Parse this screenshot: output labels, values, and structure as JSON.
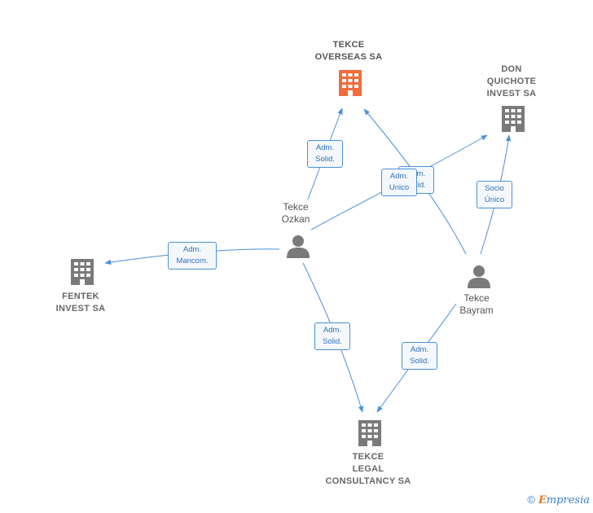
{
  "nodes": {
    "tekce_overseas": {
      "label": "TEKCE\nOVERSEAS SA",
      "type": "company",
      "highlight": true
    },
    "don_quichote": {
      "label": "DON\nQUICHOTE\nINVEST SA",
      "type": "company"
    },
    "fentek": {
      "label": "FENTEK\nINVEST SA",
      "type": "company"
    },
    "tekce_legal": {
      "label": "TEKCE\nLEGAL\nCONSULTANCY SA",
      "type": "company"
    },
    "tekce_ozkan": {
      "label": "Tekce\nOzkan",
      "type": "person"
    },
    "tekce_bayram": {
      "label": "Tekce\nBayram",
      "type": "person"
    }
  },
  "edges": [
    {
      "from": "tekce_ozkan",
      "to": "tekce_overseas",
      "label": "Adm.\nSolid."
    },
    {
      "from": "tekce_bayram",
      "to": "tekce_overseas",
      "label": "Adm.\nSolid."
    },
    {
      "from": "tekce_ozkan",
      "to": "don_quichote",
      "label": "Adm.\nUnico"
    },
    {
      "from": "tekce_bayram",
      "to": "don_quichote",
      "label": "Socio\nÚnico"
    },
    {
      "from": "tekce_ozkan",
      "to": "fentek",
      "label": "Adm.\nMancom."
    },
    {
      "from": "tekce_ozkan",
      "to": "tekce_legal",
      "label": "Adm.\nSolid."
    },
    {
      "from": "tekce_bayram",
      "to": "tekce_legal",
      "label": "Adm.\nSolid."
    }
  ],
  "colors": {
    "edge": "#4a90d9",
    "company_icon": "#7a7a7a",
    "highlight_icon": "#f26b3a",
    "person_icon": "#7a7a7a"
  },
  "footer": {
    "copyright_symbol": "©",
    "brand_initial": "E",
    "brand_rest": "mpresia"
  }
}
